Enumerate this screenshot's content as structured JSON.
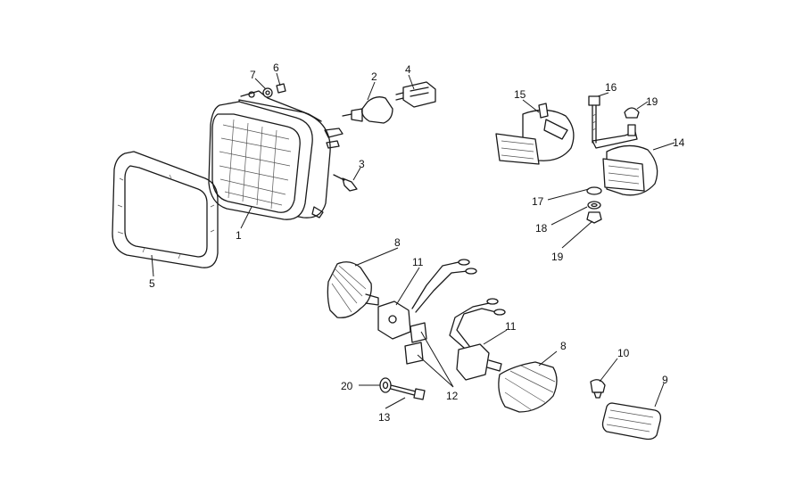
{
  "callouts": {
    "c1": "1",
    "c2": "2",
    "c3": "3",
    "c4": "4",
    "c5": "5",
    "c6": "6",
    "c7": "7",
    "c8a": "8",
    "c8b": "8",
    "c9": "9",
    "c10": "10",
    "c11a": "11",
    "c11b": "11",
    "c12": "12",
    "c13": "13",
    "c14": "14",
    "c15": "15",
    "c16": "16",
    "c17": "17",
    "c18": "18",
    "c19a": "19",
    "c19b": "19",
    "c20": "20"
  }
}
